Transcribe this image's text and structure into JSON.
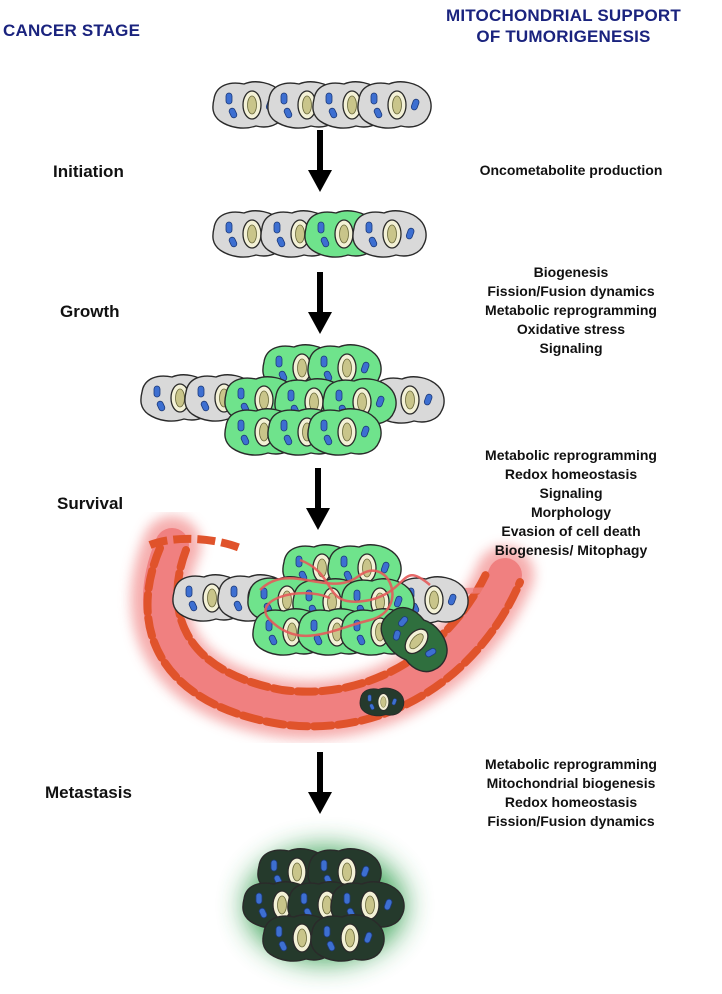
{
  "headers": {
    "left": "CANCER STAGE",
    "right_lines": [
      "MITOCHONDRIAL SUPPORT",
      "OF TUMORIGENESIS"
    ]
  },
  "stages": [
    {
      "name": "Initiation",
      "support": [
        "Oncometabolite production"
      ]
    },
    {
      "name": "Growth",
      "support": [
        "Biogenesis",
        "Fission/Fusion dynamics",
        "Metabolic reprogramming",
        "Oxidative stress",
        "Signaling"
      ]
    },
    {
      "name": "Survival",
      "support": [
        "Metabolic reprogramming",
        "Redox homeostasis",
        "Signaling",
        "Morphology",
        "Evasion of cell death",
        "Biogenesis/ Mitophagy"
      ]
    },
    {
      "name": "Metastasis",
      "support": [
        "Metabolic reprogramming",
        "Mitochondrial biogenesis",
        "Redox homeostasis",
        "Fission/Fusion dynamics"
      ]
    }
  ],
  "colors": {
    "header_text": "#1a237e",
    "normal_cell": "#d9d9d9",
    "transformed_cell": "#6fe38c",
    "metastatic_cell": "#253a2c",
    "metastatic_glow": "#3fa55a",
    "blood_vessel": "#f08080",
    "endothelial_cell": "#e0532b",
    "mitochondria": "#3d6fd1",
    "nucleus": "#f3f1d6"
  },
  "icons": {
    "arrow": "down-arrow-icon",
    "cell": "cell-icon",
    "vessel": "blood-vessel-icon"
  }
}
